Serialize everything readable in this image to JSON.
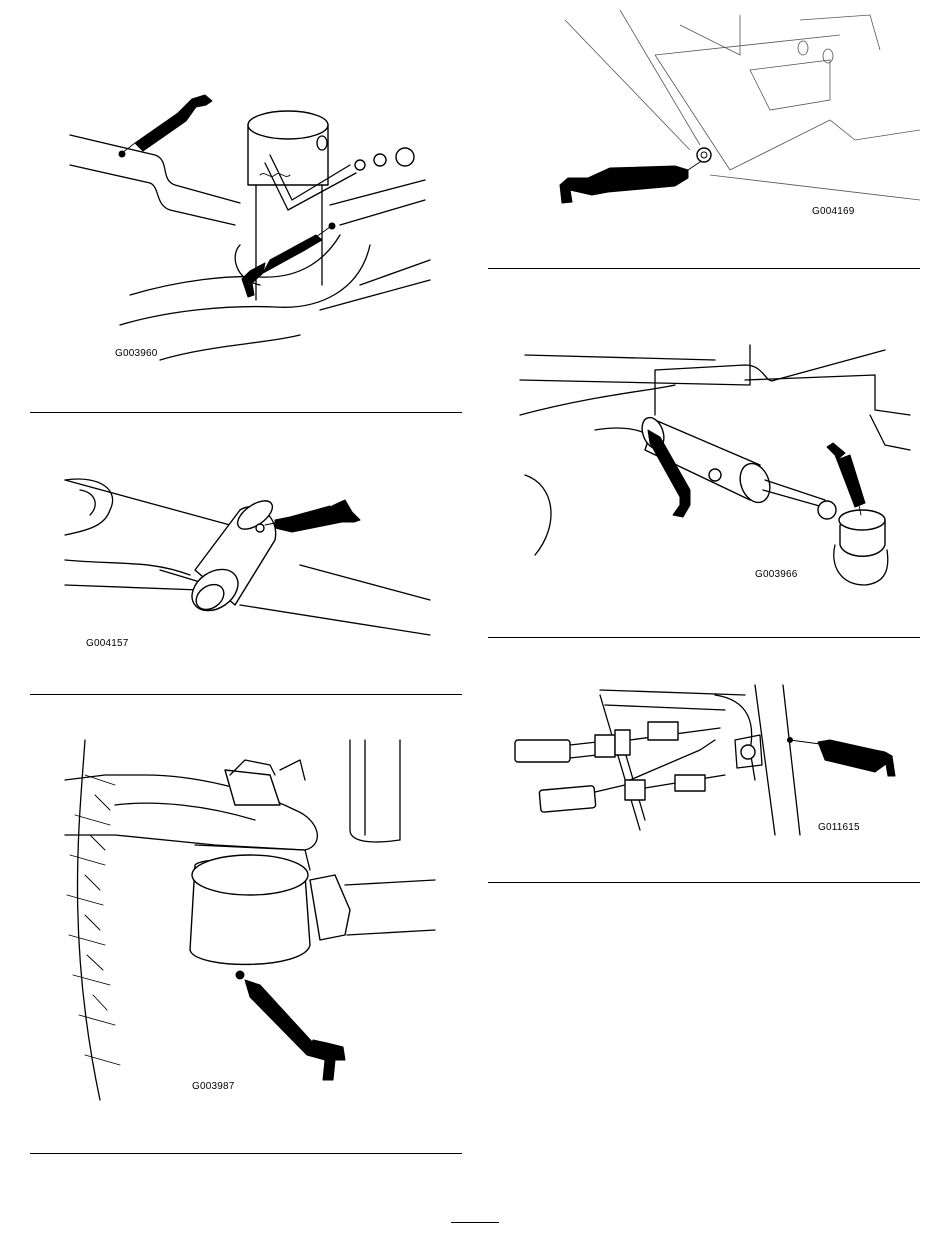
{
  "figures": [
    {
      "id": "fig1",
      "code": "G003960"
    },
    {
      "id": "fig2",
      "code": "G004169"
    },
    {
      "id": "fig3",
      "code": "G004157"
    },
    {
      "id": "fig4",
      "code": "G003966"
    },
    {
      "id": "fig5",
      "code": "G003987"
    },
    {
      "id": "fig6",
      "code": "G011615"
    }
  ],
  "icons": {
    "grease_gun": "grease-gun-icon"
  },
  "colors": {
    "ink": "#000000",
    "paper": "#ffffff"
  }
}
